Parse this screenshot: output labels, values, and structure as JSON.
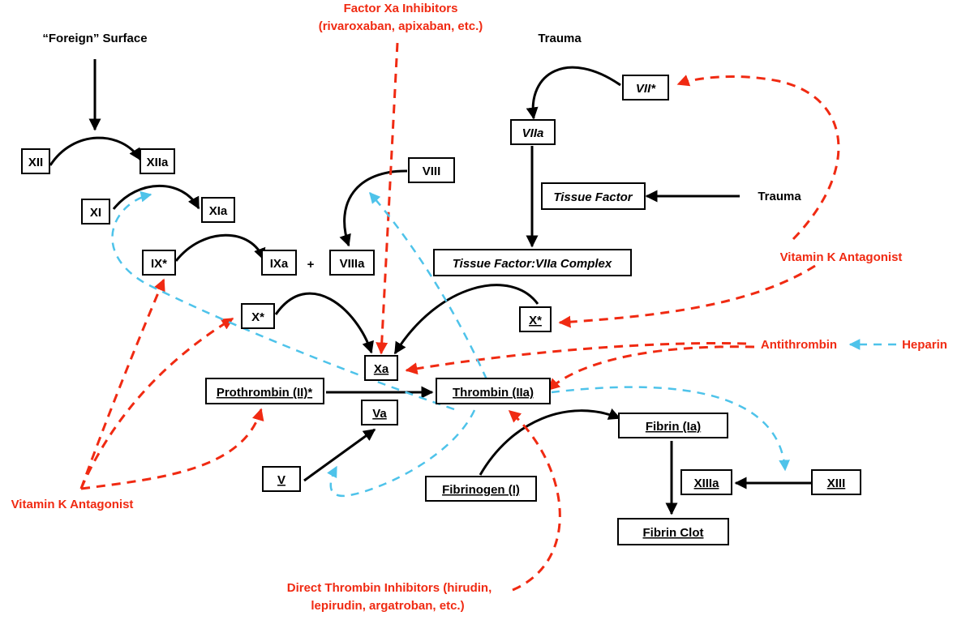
{
  "colors": {
    "pathway": "#000000",
    "inhibitor": "#f02a12",
    "feedback": "#4ec3ea"
  },
  "nodes": {
    "foreign_surface": "“Foreign” Surface",
    "trauma_top": "Trauma",
    "trauma_right": "Trauma",
    "xii": "XII",
    "xiia": "XIIa",
    "xi": "XI",
    "xia": "XIa",
    "ix": "IX*",
    "ixa": "IXa",
    "plus": "+",
    "viii": "VIII",
    "viiia": "VIIIa",
    "vii": "VII*",
    "viia": "VIIa",
    "tissue_factor": "Tissue Factor",
    "tf_viia_complex": "Tissue Factor:VIIa Complex",
    "x_left": "X*",
    "x_right": "X*",
    "xa": "Xa",
    "prothrombin": "Prothrombin (II)*",
    "thrombin": "Thrombin (IIa)",
    "va": "Va",
    "v": "V",
    "fibrinogen": "Fibrinogen (I)",
    "fibrin": "Fibrin (Ia)",
    "xiiia": "XIIIa",
    "xiii": "XIII",
    "fibrin_clot": "Fibrin Clot"
  },
  "inhibitors": {
    "factor_xa_line1": "Factor Xa Inhibitors",
    "factor_xa_line2": "(rivaroxaban, apixaban, etc.)",
    "vka_right": "Vitamin K Antagonist",
    "vka_left": "Vitamin K Antagonist",
    "antithrombin": "Antithrombin",
    "heparin": "Heparin",
    "dti_line1": "Direct Thrombin Inhibitors (hirudin,",
    "dti_line2": "lepirudin, argatroban, etc.)"
  }
}
